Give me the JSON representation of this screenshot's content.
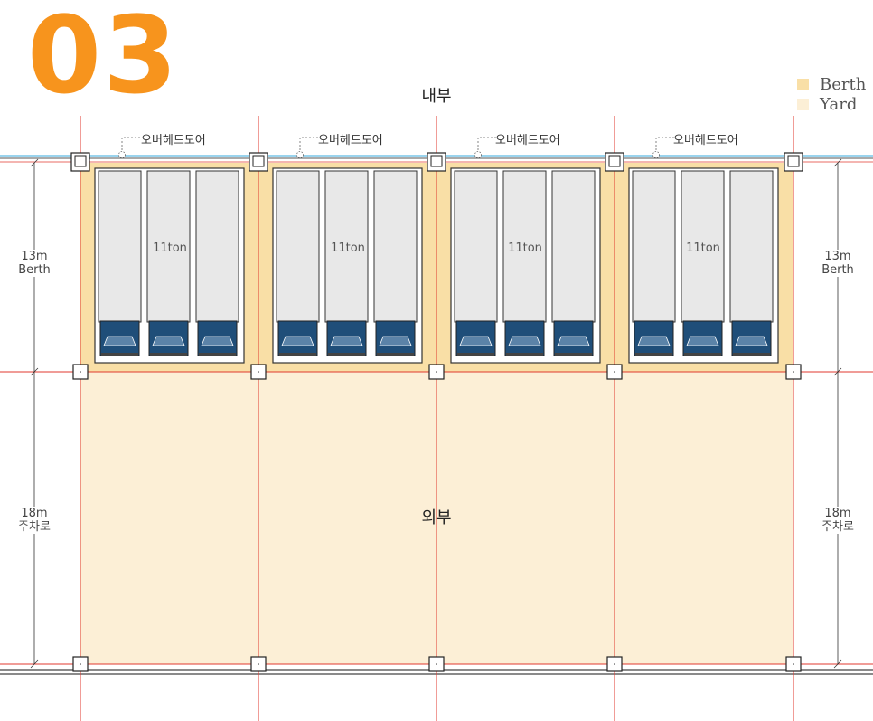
{
  "section_number": "03",
  "legend": [
    {
      "label": "Berth",
      "color": "#f9dfa6"
    },
    {
      "label": "Yard",
      "color": "#fcefd6"
    }
  ],
  "zones": {
    "inside": "내부",
    "outside": "외부"
  },
  "door_labels": [
    "오버헤드도어",
    "오버헤드도어",
    "오버헤드도어",
    "오버헤드도어"
  ],
  "capacity_labels": [
    "11ton",
    "11ton",
    "11ton",
    "11ton"
  ],
  "dimensions": {
    "left": [
      {
        "value": "13m",
        "name": "Berth"
      },
      {
        "value": "18m",
        "name": "주차로"
      }
    ],
    "right": [
      {
        "value": "13m",
        "name": "Berth"
      },
      {
        "value": "18m",
        "name": "주차로"
      }
    ]
  },
  "colors": {
    "berth_fill": "#f9dfa6",
    "yard_fill": "#fcefd6",
    "grid_line": "#e03a2f",
    "truck_cab": "#1f4e79",
    "truck_body": "#e8e8e8",
    "accent": "#f7941d",
    "building_line": "#78c6e8"
  },
  "truck_count_per_bay": 3,
  "bay_count": 4
}
